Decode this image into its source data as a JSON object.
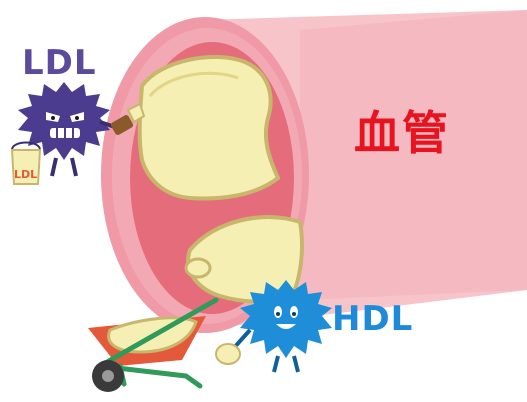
{
  "labels": {
    "ldl": "LDL",
    "hdl": "HDL",
    "vessel": "血管",
    "bucket": "LDL"
  },
  "colors": {
    "vessel_outer": "#f4b6bd",
    "vessel_rim": "#ee8f9c",
    "vessel_inner": "#e7737f",
    "plaque": "#f6efb4",
    "plaque_edge": "#cdbd72",
    "ldl_body": "#4b3c8f",
    "hdl_body": "#1e8ed9",
    "wheelbarrow_tray": "#e4593a",
    "wheelbarrow_frame": "#2f9a5a",
    "ldl_text": "#5b4a9e",
    "hdl_text": "#1f8ad8",
    "vessel_text": "#e8131f"
  },
  "icons": {
    "ldl_character": "spiky-ball-angry",
    "hdl_character": "spiky-ball-smiling",
    "wheelbarrow": "wheelbarrow",
    "bucket": "paint-bucket",
    "brush": "paintbrush"
  }
}
